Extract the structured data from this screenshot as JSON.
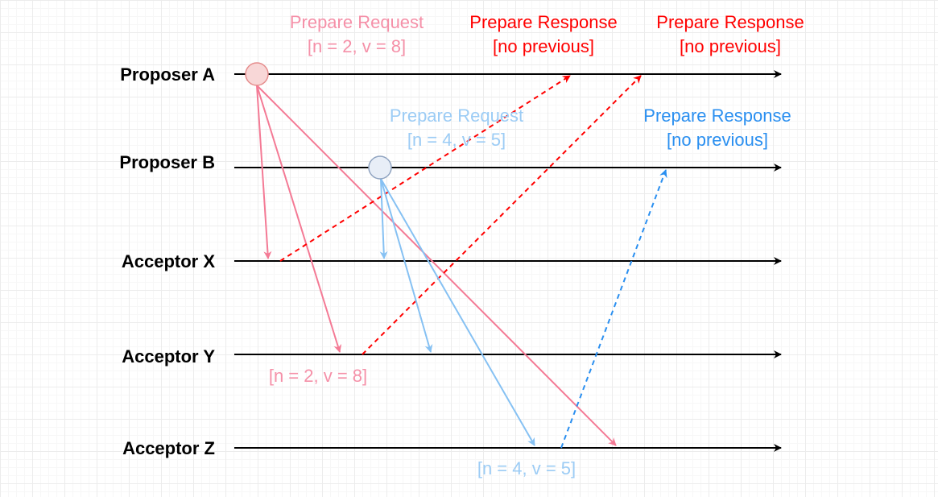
{
  "colors": {
    "background": "#ffffff",
    "lane_line": "#000000",
    "proposer_a_request": "#f47a95",
    "proposer_a_request_label": "#f590a8",
    "proposer_a_response": "#ff0000",
    "proposer_b_request": "#86c1f3",
    "proposer_b_request_label": "#9cccf5",
    "proposer_b_response": "#2a8ff0",
    "node_a_fill": "#f8d7d7",
    "node_a_stroke": "#e58c8c",
    "node_b_fill": "#e8eef7",
    "node_b_stroke": "#8fa3c0"
  },
  "lanes": [
    {
      "id": "proposer-a",
      "label": "Proposer A"
    },
    {
      "id": "proposer-b",
      "label": "Proposer B"
    },
    {
      "id": "acceptor-x",
      "label": "Acceptor X"
    },
    {
      "id": "acceptor-y",
      "label": "Acceptor Y"
    },
    {
      "id": "acceptor-z",
      "label": "Acceptor Z"
    }
  ],
  "labels": {
    "a_request": {
      "line1": "Prepare Request",
      "line2": "[n = 2, v = 8]"
    },
    "a_response_x": {
      "line1": "Prepare Response",
      "line2": "[no previous]"
    },
    "a_response_y": {
      "line1": "Prepare Response",
      "line2": "[no previous]"
    },
    "b_request": {
      "line1": "Prepare Request",
      "line2": "[n = 4, v = 5]"
    },
    "b_response_z": {
      "line1": "Prepare Response",
      "line2": "[no previous]"
    },
    "acceptor_y_value": "[n = 2, v = 8]",
    "acceptor_z_value": "[n = 4, v = 5]"
  }
}
